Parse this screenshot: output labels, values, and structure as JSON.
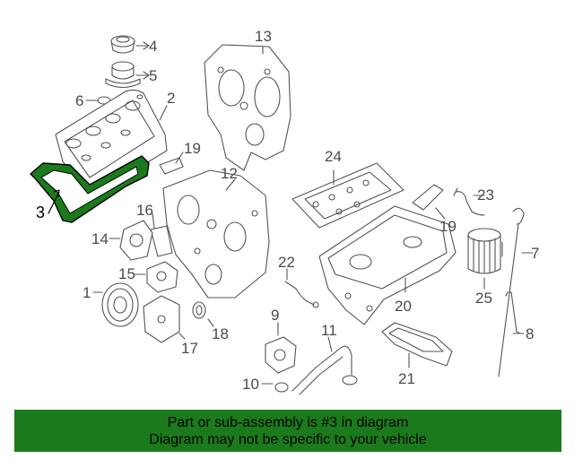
{
  "diagram": {
    "callouts": [
      {
        "id": "c4",
        "label": "4"
      },
      {
        "id": "c5",
        "label": "5"
      },
      {
        "id": "c6",
        "label": "6"
      },
      {
        "id": "c2",
        "label": "2"
      },
      {
        "id": "c13",
        "label": "13"
      },
      {
        "id": "c19a",
        "label": "19"
      },
      {
        "id": "c12",
        "label": "12"
      },
      {
        "id": "c24",
        "label": "24"
      },
      {
        "id": "c23",
        "label": "23"
      },
      {
        "id": "c3",
        "label": "3"
      },
      {
        "id": "c16",
        "label": "16"
      },
      {
        "id": "c14",
        "label": "14"
      },
      {
        "id": "c19b",
        "label": "19"
      },
      {
        "id": "c7",
        "label": "7"
      },
      {
        "id": "c22",
        "label": "22"
      },
      {
        "id": "c15",
        "label": "15"
      },
      {
        "id": "c1",
        "label": "1"
      },
      {
        "id": "c20",
        "label": "20"
      },
      {
        "id": "c25",
        "label": "25"
      },
      {
        "id": "c9",
        "label": "9"
      },
      {
        "id": "c18",
        "label": "18"
      },
      {
        "id": "c17",
        "label": "17"
      },
      {
        "id": "c11",
        "label": "11"
      },
      {
        "id": "c8",
        "label": "8"
      },
      {
        "id": "c10",
        "label": "10"
      },
      {
        "id": "c21",
        "label": "21"
      }
    ],
    "highlighted_part": "3",
    "highlight_color": "#1b7a1b",
    "line_color": "#555555"
  },
  "banner": {
    "line1": "Part or sub-assembly is #3 in diagram",
    "line2": "Diagram may not be specific to your vehicle",
    "background_color": "#1b7a1b"
  }
}
